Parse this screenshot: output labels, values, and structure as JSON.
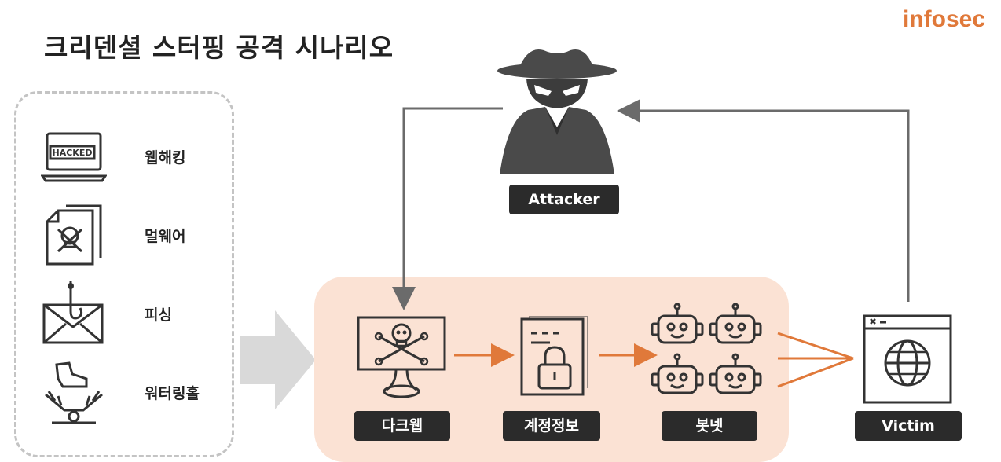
{
  "header": {
    "title": "크리덴셜 스터핑 공격 시나리오",
    "brand": "infosec"
  },
  "methods": [
    {
      "label": "웹해킹",
      "icon": "hacked-laptop-icon",
      "icon_text": "HACKED"
    },
    {
      "label": "멀웨어",
      "icon": "malware-document-icon"
    },
    {
      "label": "피싱",
      "icon": "phishing-email-icon"
    },
    {
      "label": "워터링홀",
      "icon": "watering-hole-trap-icon"
    }
  ],
  "attacker": {
    "label": "Attacker",
    "icon": "hacker-spy-icon"
  },
  "flow": [
    {
      "label": "다크웹",
      "icon": "darkweb-skull-screen-icon"
    },
    {
      "label": "계정정보",
      "icon": "credential-lock-document-icon"
    },
    {
      "label": "봇넷",
      "icon": "botnet-robots-icon"
    }
  ],
  "victim": {
    "label": "Victim",
    "icon": "browser-globe-icon"
  },
  "colors": {
    "accent": "#e0793a",
    "flow_bg": "#fbe2d4",
    "pill_bg": "#2b2b2b",
    "dashed_border": "#c4c4c4",
    "connector": "#6b6b6b",
    "big_arrow": "#d9d9d9"
  }
}
